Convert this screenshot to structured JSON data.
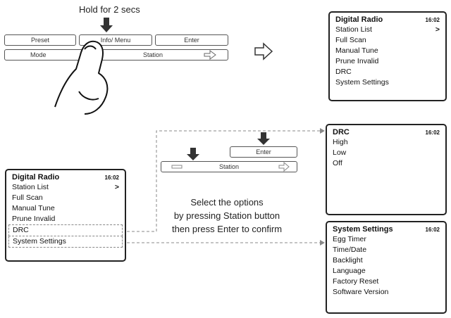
{
  "hold_text": "Hold for 2 secs",
  "top_panel": {
    "row1": [
      "Preset",
      "Info/ Menu",
      "Enter"
    ],
    "row2_left": "Mode",
    "row2_right": "Station"
  },
  "small_panel": {
    "enter": "Enter",
    "station": "Station"
  },
  "instructions": [
    "Select the options",
    "by pressing Station button",
    "then press Enter to confirm"
  ],
  "menu_screen": {
    "title": "Digital Radio",
    "time": "16:02",
    "items": [
      "Station List",
      "Full Scan",
      "Manual Tune",
      "Prune Invalid",
      "DRC",
      "System Settings"
    ],
    "chevron": ">"
  },
  "drc_screen": {
    "title": "DRC",
    "time": "16:02",
    "items": [
      "High",
      "Low",
      "Off"
    ]
  },
  "system_screen": {
    "title": "System Settings",
    "time": "16:02",
    "items": [
      "Egg Timer",
      "Time/Date",
      "Backlight",
      "Language",
      "Factory Reset",
      "Software Version"
    ]
  }
}
